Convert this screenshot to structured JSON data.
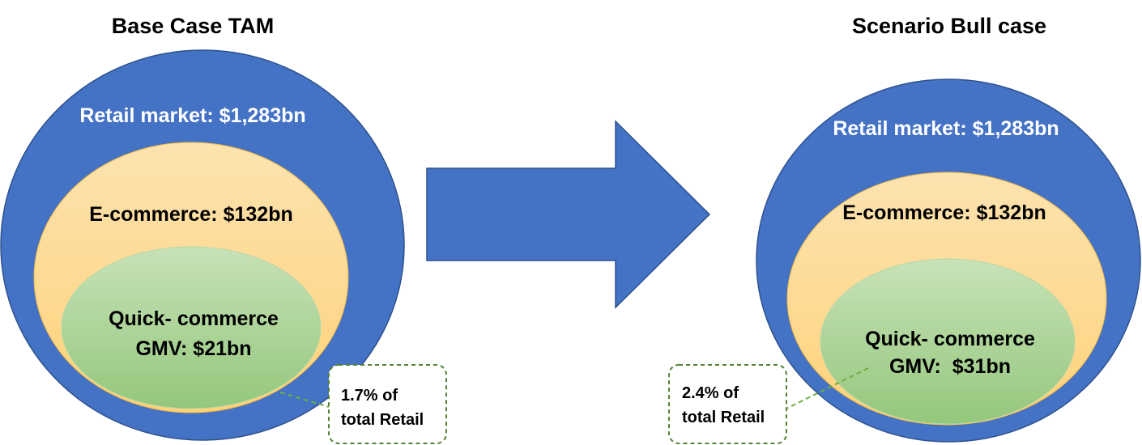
{
  "left": {
    "title": "Base Case TAM",
    "retail_label": "Retail market: $1,283bn",
    "ecommerce_label": "E-commerce: $132bn",
    "quick_line1": "Quick- commerce",
    "quick_line2": "GMV: $21bn",
    "callout_line1": "1.7% of",
    "callout_line2": "total Retail"
  },
  "right": {
    "title": "Scenario Bull case",
    "retail_label": "Retail market: $1,283bn",
    "ecommerce_label": "E-commerce: $132bn",
    "quick_line1": "Quick- commerce",
    "quick_line2": "GMV:  $31bn",
    "callout_line1": "2.4% of",
    "callout_line2": "total Retail"
  },
  "colors": {
    "retail": "#4472c4",
    "ecommerce_top": "#fcdc9e",
    "ecommerce_bottom": "#fed27a",
    "quick_top": "#c5e0b4",
    "quick_bottom": "#93c47d",
    "arrow": "#4472c4",
    "callout_border": "#70ad47"
  }
}
